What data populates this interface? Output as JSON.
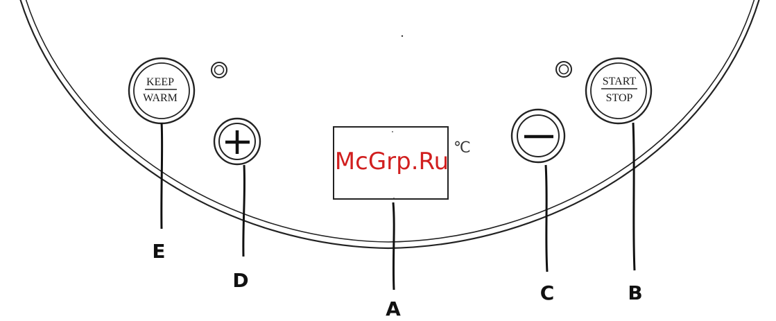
{
  "buttons": {
    "keep_warm": {
      "top": "KEEP",
      "bottom": "WARM"
    },
    "start_stop": {
      "top": "START",
      "bottom": "STOP"
    },
    "plus_symbol": "+",
    "minus_symbol": "−"
  },
  "display": {
    "unit": "℃"
  },
  "callouts": {
    "a": "A",
    "b": "B",
    "c": "C",
    "d": "D",
    "e": "E"
  },
  "watermark": "McGrp.Ru",
  "colors": {
    "line": "#111111",
    "watermark": "#d11f1f"
  }
}
